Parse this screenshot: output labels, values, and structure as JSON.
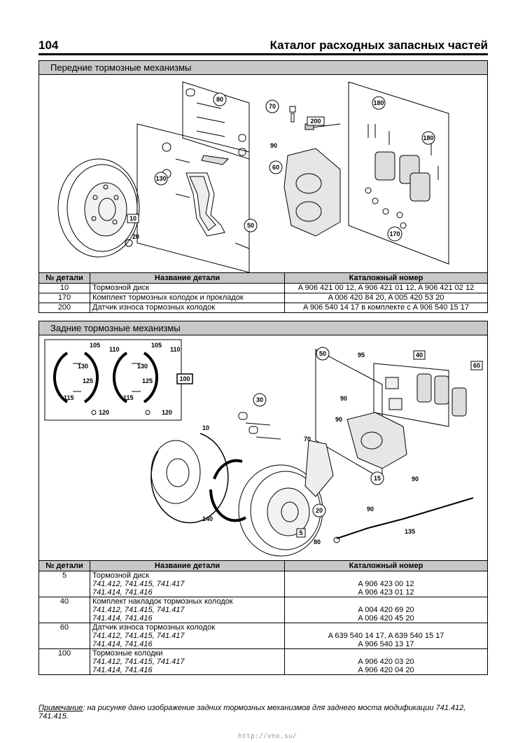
{
  "header": {
    "page_number": "104",
    "title": "Каталог расходных запасных частей"
  },
  "front": {
    "section_title": "Передние тормозные механизмы",
    "callouts": [
      "80",
      "70",
      "200",
      "180",
      "180",
      "90",
      "60",
      "130",
      "10",
      "20",
      "50",
      "170"
    ],
    "columns": [
      "№ детали",
      "Название детали",
      "Каталожный номер"
    ],
    "rows": [
      {
        "num": "10",
        "name": "Тормозной диск",
        "catalog": "A 906 421 00 12, A 906 421 01 12, A 906 421 02 12"
      },
      {
        "num": "170",
        "name": "Комплект тормозных колодок и прокладок",
        "catalog": "A 006 420 84 20, A 005 420 53 20"
      },
      {
        "num": "200",
        "name": "Датчик износа тормозных колодок",
        "catalog": "A 906 540 14 17 в комплекте с A 906 540 15 17"
      }
    ]
  },
  "rear": {
    "section_title": "Задние тормозные механизмы",
    "callouts": [
      "105",
      "110",
      "105",
      "110",
      "130",
      "130",
      "125",
      "125",
      "115",
      "115",
      "120",
      "120",
      "100",
      "50",
      "95",
      "40",
      "60",
      "30",
      "90",
      "90",
      "10",
      "70",
      "15",
      "90",
      "20",
      "90",
      "140",
      "5",
      "80",
      "135"
    ],
    "columns": [
      "№ детали",
      "Название детали",
      "Каталожный номер"
    ],
    "rows": [
      {
        "num": "5",
        "name": "Тормозной диск",
        "variants": [
          "741.412, 741.415, 741.417",
          "741.414, 741.416"
        ],
        "catalog": [
          "A 906 423 00 12",
          "A 906 423 01 12"
        ]
      },
      {
        "num": "40",
        "name": "Комплект накладок тормозных колодок",
        "variants": [
          "741.412, 741.415, 741.417",
          "741.414, 741.416"
        ],
        "catalog": [
          "A 004 420 69 20",
          "A 006 420 45 20"
        ]
      },
      {
        "num": "60",
        "name": "Датчик износа тормозных колодок",
        "variants": [
          "741.412, 741.415, 741.417",
          "741.414, 741.416"
        ],
        "catalog": [
          "A 639 540 14 17, A 639 540 15 17",
          "A 906 540 13 17"
        ]
      },
      {
        "num": "100",
        "name": "Тормозные колодки",
        "variants": [
          "741.412, 741.415, 741.417",
          "741.414, 741.416"
        ],
        "catalog": [
          "A 906 420 03 20",
          "A 906 420 04 20"
        ]
      }
    ]
  },
  "note": {
    "label": "Примечание",
    "text": ": на рисунке дано изображение задних тормозных механизмов для заднего моста модификации 741.412, 741.415."
  },
  "watermark": "http://vnx.su/"
}
